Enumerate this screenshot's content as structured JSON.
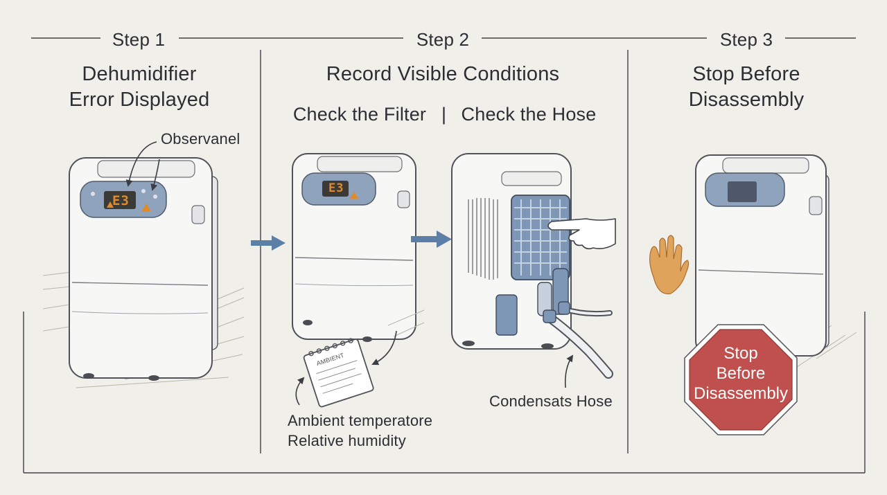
{
  "steps": [
    {
      "label": "Step 1",
      "title_lines": [
        "Dehumidifier",
        "Error Displayed"
      ],
      "callout": "Observanel",
      "display_code": "E3"
    },
    {
      "label": "Step 2",
      "title": "Record Visible Conditions",
      "sub_left": "Check the Filter",
      "sub_right": "Check the Hose",
      "notepad_label": "AMBIENT",
      "notes": [
        "Ambient temperatore",
        "Relative humidity"
      ],
      "display_code": "E3",
      "hose_label": "Condensats Hose"
    },
    {
      "label": "Step 3",
      "title_lines": [
        "Stop Before",
        "Disassembly"
      ],
      "sign_lines": [
        "Stop",
        "Before",
        "Disassembly"
      ]
    }
  ],
  "colors": {
    "background": "#f1efe9",
    "unit_body": "#f7f7f5",
    "panel": "#8fa3bd",
    "filter": "#7f97b6",
    "arrow": "#5c7fa8",
    "warning": "#e08a2a",
    "stop_sign": "#c0504d",
    "hand": "#e0a35c"
  },
  "icons": [
    "right-arrow-icon",
    "curved-arrow-icon",
    "notepad-icon",
    "stop-hand-icon",
    "stop-sign-icon",
    "warning-icon"
  ]
}
